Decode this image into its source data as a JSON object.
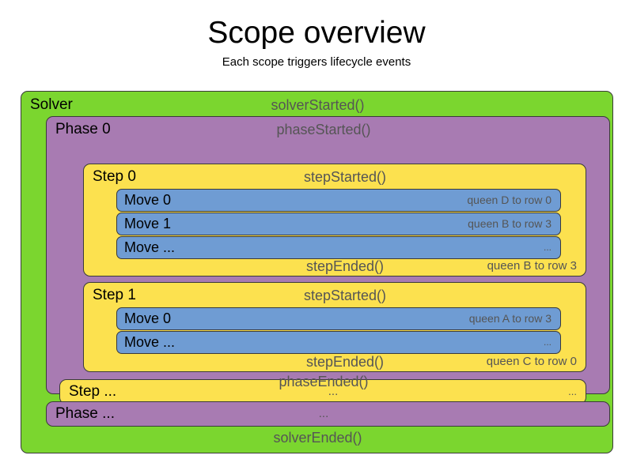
{
  "header": {
    "title": "Scope overview",
    "subtitle": "Each scope triggers lifecycle events"
  },
  "colors": {
    "solver": "#7bd62f",
    "phase": "#a87bb2",
    "step": "#fce14f",
    "move": "#6f9cd3",
    "border": "#3a3a3a",
    "event_text": "#555555",
    "label_text": "#000000",
    "background": "#ffffff"
  },
  "solver": {
    "label": "Solver",
    "started_event": "solverStarted()",
    "ended_event": "solverEnded()"
  },
  "phase": {
    "label": "Phase 0",
    "started_event": "phaseStarted()",
    "ended_event": "phaseEnded()"
  },
  "phase_tail": {
    "label": "Phase ...",
    "event": "..."
  },
  "steps": [
    {
      "label": "Step 0",
      "started_event": "stepStarted()",
      "ended_event": "stepEnded()",
      "ended_detail": "queen B to row 3",
      "moves": [
        {
          "label": "Move 0",
          "detail": "queen D to row 0"
        },
        {
          "label": "Move 1",
          "detail": "queen B to row 3"
        },
        {
          "label": "Move ...",
          "detail": "..."
        }
      ]
    },
    {
      "label": "Step 1",
      "started_event": "stepStarted()",
      "ended_event": "stepEnded()",
      "ended_detail": "queen C to row 0",
      "moves": [
        {
          "label": "Move 0",
          "detail": "queen A to row 3"
        },
        {
          "label": "Move ...",
          "detail": "..."
        }
      ]
    }
  ],
  "step_tail": {
    "label": "Step ...",
    "event": "...",
    "detail": "..."
  }
}
